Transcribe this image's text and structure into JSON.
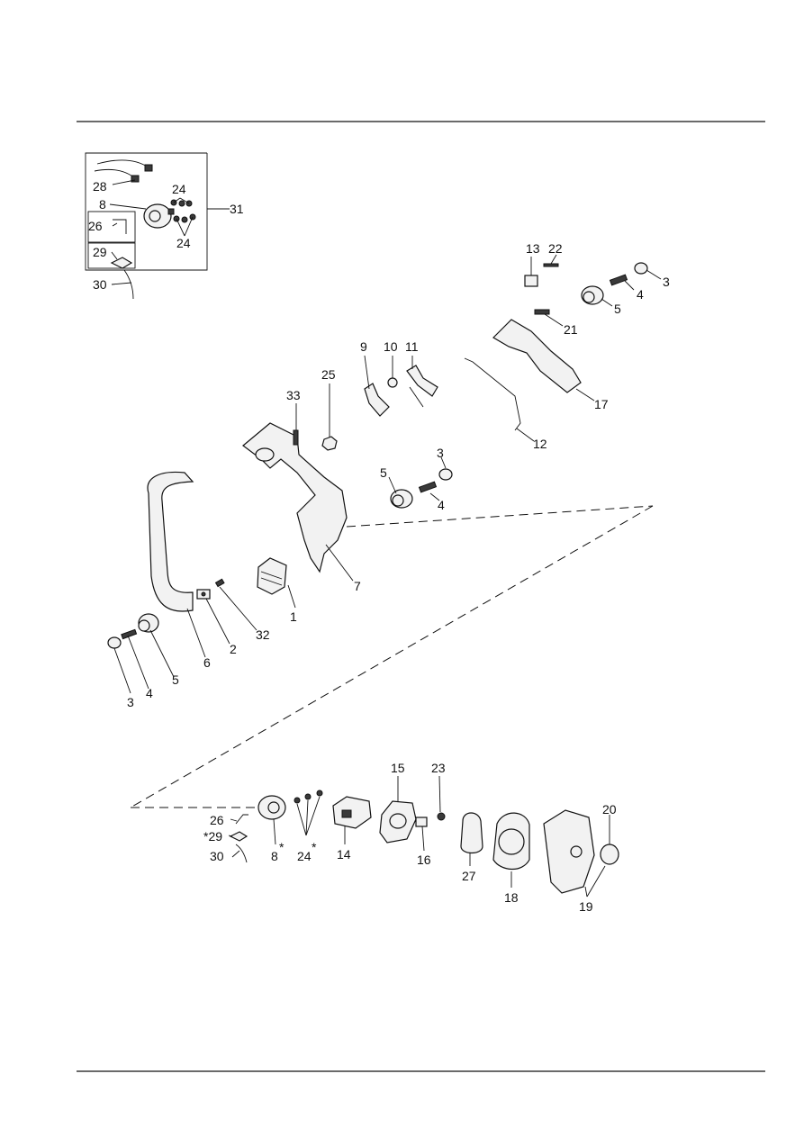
{
  "callouts": {
    "c1": "1",
    "c2": "2",
    "c3a": "3",
    "c3b": "3",
    "c3c": "3",
    "c4a": "4",
    "c4b": "4",
    "c4c": "4",
    "c5a": "5",
    "c5b": "5",
    "c5c": "5",
    "c6": "6",
    "c7": "7",
    "c8a": "8",
    "c8b": "8",
    "c8star": "*",
    "c9": "9",
    "c10": "10",
    "c11": "11",
    "c12": "12",
    "c13": "13",
    "c14": "14",
    "c15": "15",
    "c16": "16",
    "c17": "17",
    "c18": "18",
    "c19": "19",
    "c20": "20",
    "c21": "21",
    "c22": "22",
    "c23": "23",
    "c24a": "24",
    "c24b": "24",
    "c24c": "24",
    "c24star": "*",
    "c25": "25",
    "c26a": "26",
    "c26b": "26",
    "c27": "27",
    "c28": "28",
    "c29a": "29",
    "c29b": "*29",
    "c30a": "30",
    "c30b": "30",
    "c31": "31",
    "c32": "32",
    "c33": "33"
  }
}
